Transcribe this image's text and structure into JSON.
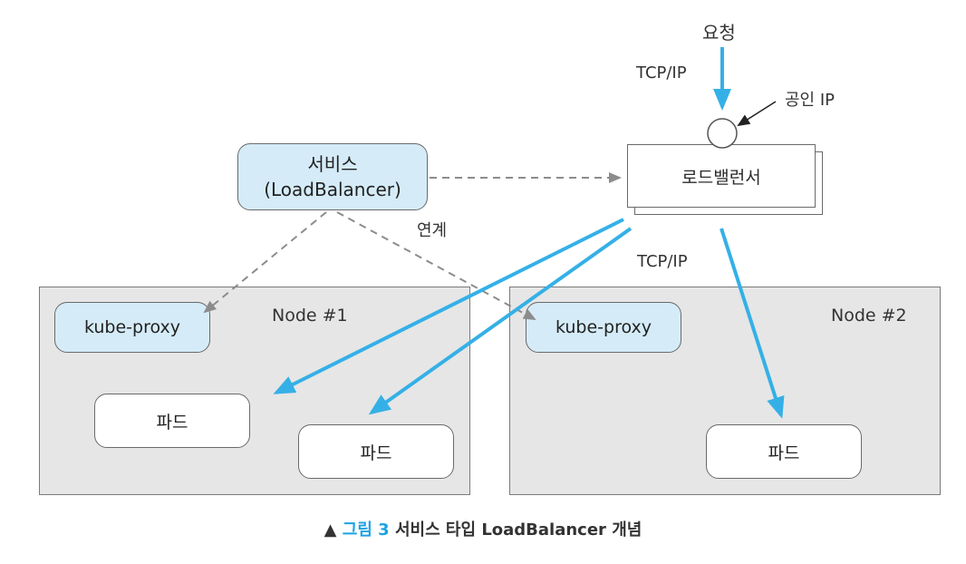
{
  "labels": {
    "request": "요청",
    "tcpip_top": "TCP/IP",
    "public_ip": "공인 IP",
    "link": "연계",
    "tcpip_mid": "TCP/IP"
  },
  "service": {
    "line1": "서비스",
    "line2": "(LoadBalancer)"
  },
  "load_balancer": "로드밸런서",
  "nodes": [
    {
      "label": "Node #1",
      "proxy": "kube-proxy",
      "pods": [
        "파드",
        "파드"
      ]
    },
    {
      "label": "Node #2",
      "proxy": "kube-proxy",
      "pods": [
        "파드"
      ]
    }
  ],
  "caption": {
    "marker": "▲",
    "figure": "그림 3",
    "text": "서비스 타입 LoadBalancer 개념"
  },
  "colors": {
    "accent": "#1ea3e0",
    "flow_arrow": "#35b0e6",
    "service_fill": "#d5ecf8",
    "node_fill": "#e6e6e6",
    "dashed": "#8c8c8c"
  }
}
